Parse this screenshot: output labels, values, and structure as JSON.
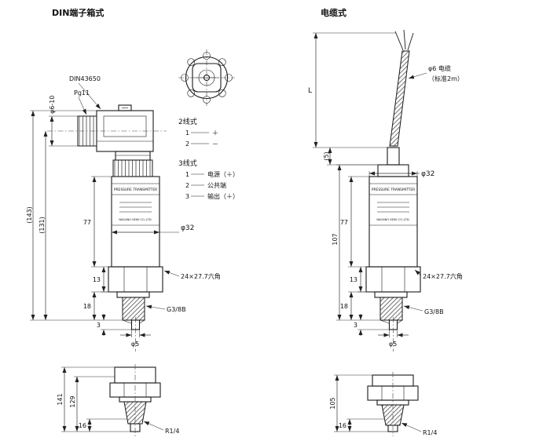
{
  "titles": {
    "left": "DIN端子箱式",
    "right": "电缆式"
  },
  "device": {
    "line1": "PRESSURE TRANSMITTER",
    "line2": "NAGANO KEIKI CO.,LTD."
  },
  "left": {
    "labels": {
      "din": "DIN43650",
      "pg": "Pg11",
      "cable_dia": "φ6-10",
      "body_dia": "φ32",
      "hex": "24×27.7六角",
      "thread": "G3/8B",
      "tip_dia": "φ5"
    },
    "dims": {
      "total": "(143)",
      "sub": "(131)",
      "body": "77",
      "hex_h": "13",
      "thread_l": "18",
      "tip": "3"
    },
    "wiring": {
      "two": {
        "title": "2线式",
        "rows": [
          {
            "n": "1",
            "v": "＋"
          },
          {
            "n": "2",
            "v": "－"
          }
        ]
      },
      "three": {
        "title": "3线式",
        "rows": [
          {
            "n": "1",
            "v": "电源（＋）"
          },
          {
            "n": "2",
            "v": "公共端"
          },
          {
            "n": "3",
            "v": "输出（＋）"
          }
        ]
      }
    },
    "bottom": {
      "dims": {
        "total": "141",
        "sub": "129",
        "tip": "16"
      },
      "thread": "R1/4"
    }
  },
  "right": {
    "labels": {
      "cable": "φ6 电缆",
      "cable_note": "（标准2m）",
      "body_dia": "φ32",
      "hex": "24×27.7六角",
      "thread": "G3/8B",
      "tip_dia": "φ5"
    },
    "dims": {
      "cable_len": "L",
      "plug": "(5)",
      "total": "107",
      "body": "77",
      "hex_h": "13",
      "thread_l": "18",
      "tip": "3"
    },
    "bottom": {
      "dims": {
        "total": "105",
        "tip": "16"
      },
      "thread": "R1/4"
    }
  }
}
